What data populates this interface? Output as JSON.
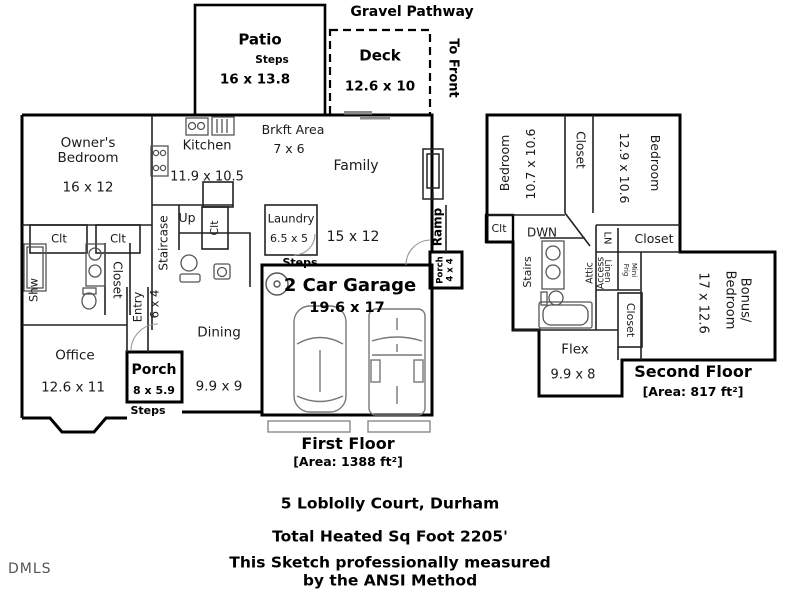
{
  "exterior": {
    "patio": {
      "name": "Patio",
      "dim": "16 x 13.8",
      "steps": "Steps"
    },
    "deck": {
      "name": "Deck",
      "dim": "12.6 x 10"
    },
    "gravel_pathway": "Gravel Pathway",
    "to_front": "To Front"
  },
  "first_floor": {
    "owners_bedroom": {
      "name": "Owner's Bedroom",
      "dim": "16 x 12"
    },
    "kitchen": {
      "name": "Kitchen",
      "dim": "11.9 x 10.5"
    },
    "brkft_area": {
      "name": "Brkft Area",
      "dim": "7 x 6"
    },
    "family": {
      "name": "Family",
      "dim": "15 x 12"
    },
    "laundry": {
      "name": "Laundry",
      "dim": "6.5 x 5"
    },
    "staircase": "Staircase",
    "up": "Up",
    "clt": "Clt",
    "closet": "Closet",
    "shw": "Shw",
    "entry": {
      "name": "Entry",
      "dim": "6 x 4"
    },
    "office": {
      "name": "Office",
      "dim": "12.6 x 11"
    },
    "dining": {
      "name": "Dining",
      "dim": "9.9 x 9"
    },
    "porch": {
      "name": "Porch",
      "dim": "8 x 5.9",
      "steps": "Steps"
    },
    "garage": {
      "name": "2 Car Garage",
      "dim": "19.6 x 17",
      "steps": "Steps"
    },
    "side_porch": {
      "name": "Porch 4 x 4"
    },
    "ramp": "Ramp",
    "title": "First Floor",
    "area": "[Area: 1388 ft²]"
  },
  "second_floor": {
    "bedroom_left": {
      "name": "Bedroom",
      "dim": "10.7 x 10.6"
    },
    "closet_top": "Closet",
    "bedroom_right": {
      "name": "Bedroom",
      "dim": "12.9 x 10.6"
    },
    "clt": "Clt",
    "dwn": "DWN",
    "stairs": "Stairs",
    "ln": "LN",
    "closet_hall": "Closet",
    "linen": "Linen",
    "mini_frig": "Mini Frig",
    "attic_access": "Attic Access",
    "bonus": {
      "name": "Bonus/ Bedroom",
      "dim": "17 x 12.6"
    },
    "closet_bonus": "Closet",
    "flex": {
      "name": "Flex",
      "dim": "9.9 x 8"
    },
    "title": "Second Floor",
    "area": "[Area: 817 ft²]"
  },
  "footer": {
    "address": "5 Loblolly Court, Durham",
    "total_heated": "Total Heated Sq Foot 2205'",
    "measured_line1": "This Sketch professionally measured",
    "measured_line2": "by the ANSI Method",
    "watermark": "DMLS"
  }
}
